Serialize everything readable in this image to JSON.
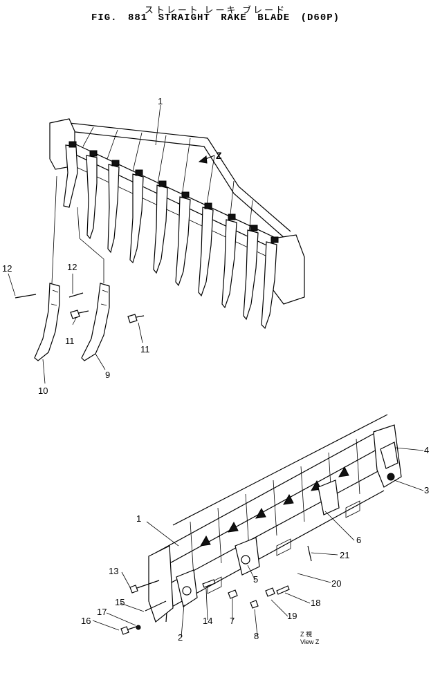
{
  "header": {
    "title_jp": "ストレート レーキ ブレード",
    "title_en": "FIG. 881  STRAIGHT  RAKE  BLADE  (D60P)"
  },
  "view_arrow_label": "Z",
  "view_note": {
    "top": "Z  視",
    "bottom": "View  Z"
  },
  "callouts": {
    "c1_top": "1",
    "c12_a": "12",
    "c12_b": "12",
    "c11_a": "11",
    "c11_b": "11",
    "c10": "10",
    "c9": "9",
    "c4": "4",
    "c3": "3",
    "c1_bottom": "1",
    "c6": "6",
    "c21": "21",
    "c13": "13",
    "c5": "5",
    "c20": "20",
    "c15": "15",
    "c18": "18",
    "c17": "17",
    "c19": "19",
    "c16": "16",
    "c14": "14",
    "c7": "7",
    "c2": "2",
    "c8": "8"
  }
}
